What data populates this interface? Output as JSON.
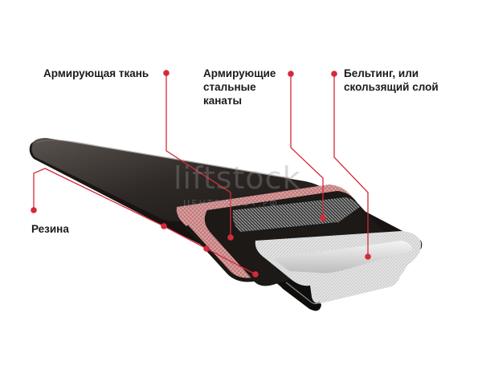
{
  "labels": {
    "fabric": "Армирующая ткань",
    "steel_line1": "Армирующие",
    "steel_line2": "стальные",
    "steel_line3": "канаты",
    "belting_line1": "Бельтинг, или",
    "belting_line2": "скользящий слой",
    "rubber": "Резина"
  },
  "watermark": {
    "main": "liftstock",
    "sub": "ЦЕНТР ЛИФТ.РФ"
  },
  "colors": {
    "leader": "#d42a3a",
    "rubber": "#2a2522",
    "fabric": "#d9a4a4",
    "steel": "#5a5a5a",
    "belting": "#dcdcdc"
  }
}
